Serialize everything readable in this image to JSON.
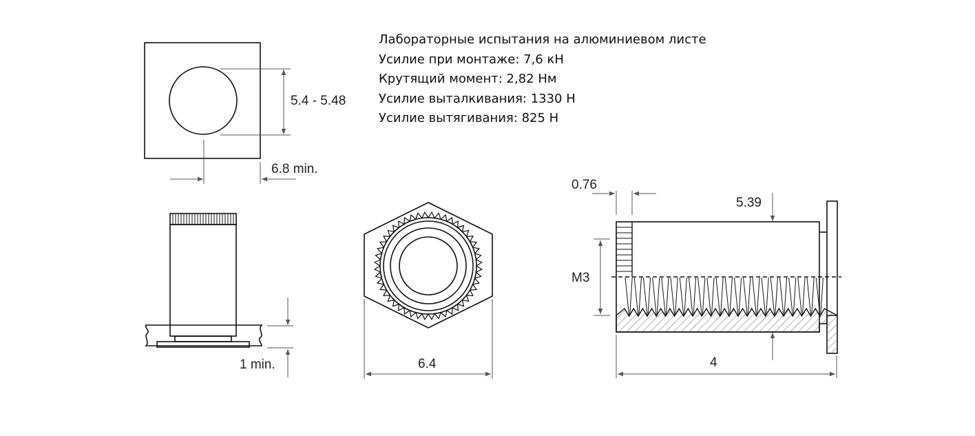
{
  "specs": {
    "title": "Лабораторные испытания на алюминиевом листе",
    "lines": [
      "Усилие при монтаже: 7,6 кН",
      "Крутящий момент: 2,82 Нм",
      "Усилие выталкивания: 1330 Н",
      "Усилие вытягивания: 825 Н"
    ]
  },
  "hole_view": {
    "hole_dim": "5.4 - 5.48",
    "edge_dim": "6.8 min."
  },
  "installed_view": {
    "sheet_dim": "1 min."
  },
  "top_view": {
    "hex_dim": "6.4"
  },
  "side_view": {
    "knurl_dim": "0.76",
    "diameter_dim": "5.39",
    "thread": "M3",
    "length_dim": "4"
  },
  "colors": {
    "sheet": "#d9d9d9",
    "line": "#111111",
    "dimension": "#555555"
  }
}
